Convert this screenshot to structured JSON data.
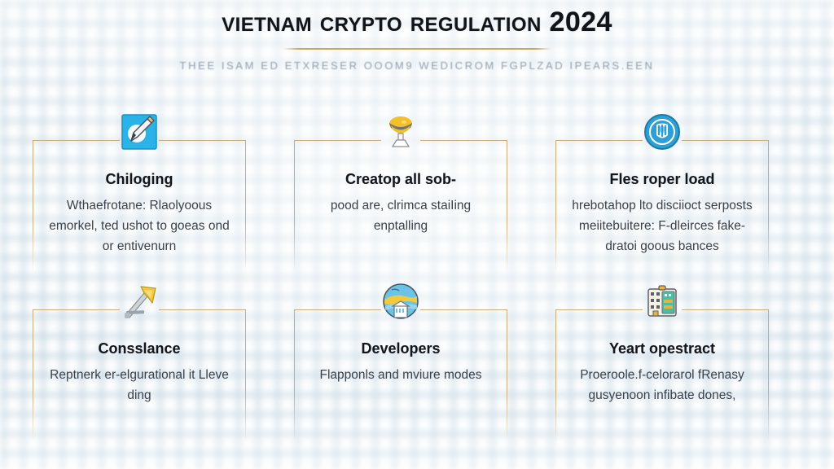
{
  "header": {
    "title": "Vietnam Crypto Regulation 2024",
    "subtitle": "THEE ISAM ED ETXRESER OOOM9 WEDICROM FGPLZAD IPEARS.EEN",
    "rule_color": "#c5a358"
  },
  "theme": {
    "background_color": "#fbfdfe",
    "grid_color": "#b0c7d6",
    "card_border_color": "#c6a668",
    "title_color": "#111418",
    "body_text_color": "#3b4149",
    "subtitle_color": "#8d97a3"
  },
  "cards": [
    {
      "icon": "pencil-edit-icon",
      "icon_colors": {
        "bg": "#2bb3e8",
        "accent": "#ffffff",
        "tip": "#e8c76a"
      },
      "title": "Chiloging",
      "body": "Wthaefrotane: Rlaolyoous emorkel, ted ushot to goeas ond or entivenurn"
    },
    {
      "icon": "trophy-bowl-icon",
      "icon_colors": {
        "bg": "#f2c12a",
        "accent": "#6d7379",
        "tip": "#ffffff"
      },
      "title": "Creatop all sob-",
      "body": "pood are, clrimca staiIing enptalling"
    },
    {
      "icon": "shield-badge-circle-icon",
      "icon_colors": {
        "bg": "#2e9fd4",
        "accent": "#ffffff",
        "tip": "#1d7ba8"
      },
      "title": "Fles roper load",
      "body": "hrebotahop lto disciioct serposts meiitebuitere: F-dleirces fake-dratoi goous bances"
    },
    {
      "icon": "growth-arrow-icon",
      "icon_colors": {
        "bg": "#f2cb3c",
        "accent": "#9aa3ab",
        "tip": "#d9b02a"
      },
      "title": "Consslance",
      "body": "Reptnerk er-elgurational it Lleve ding"
    },
    {
      "icon": "globe-landscape-seal-icon",
      "icon_colors": {
        "bg": "#6cc3e6",
        "accent": "#f2cb3c",
        "tip": "#ffffff"
      },
      "title": "Developers",
      "body": "Flapponls and mviure modes"
    },
    {
      "icon": "building-clipboard-icon",
      "icon_colors": {
        "bg": "#f5f1e4",
        "accent": "#2fb39a",
        "tip": "#e8b33c"
      },
      "title": "Yeart opestract",
      "body": "Proeroolе.f-celorarol fRenasy gusyenoon infibate dones,"
    }
  ]
}
